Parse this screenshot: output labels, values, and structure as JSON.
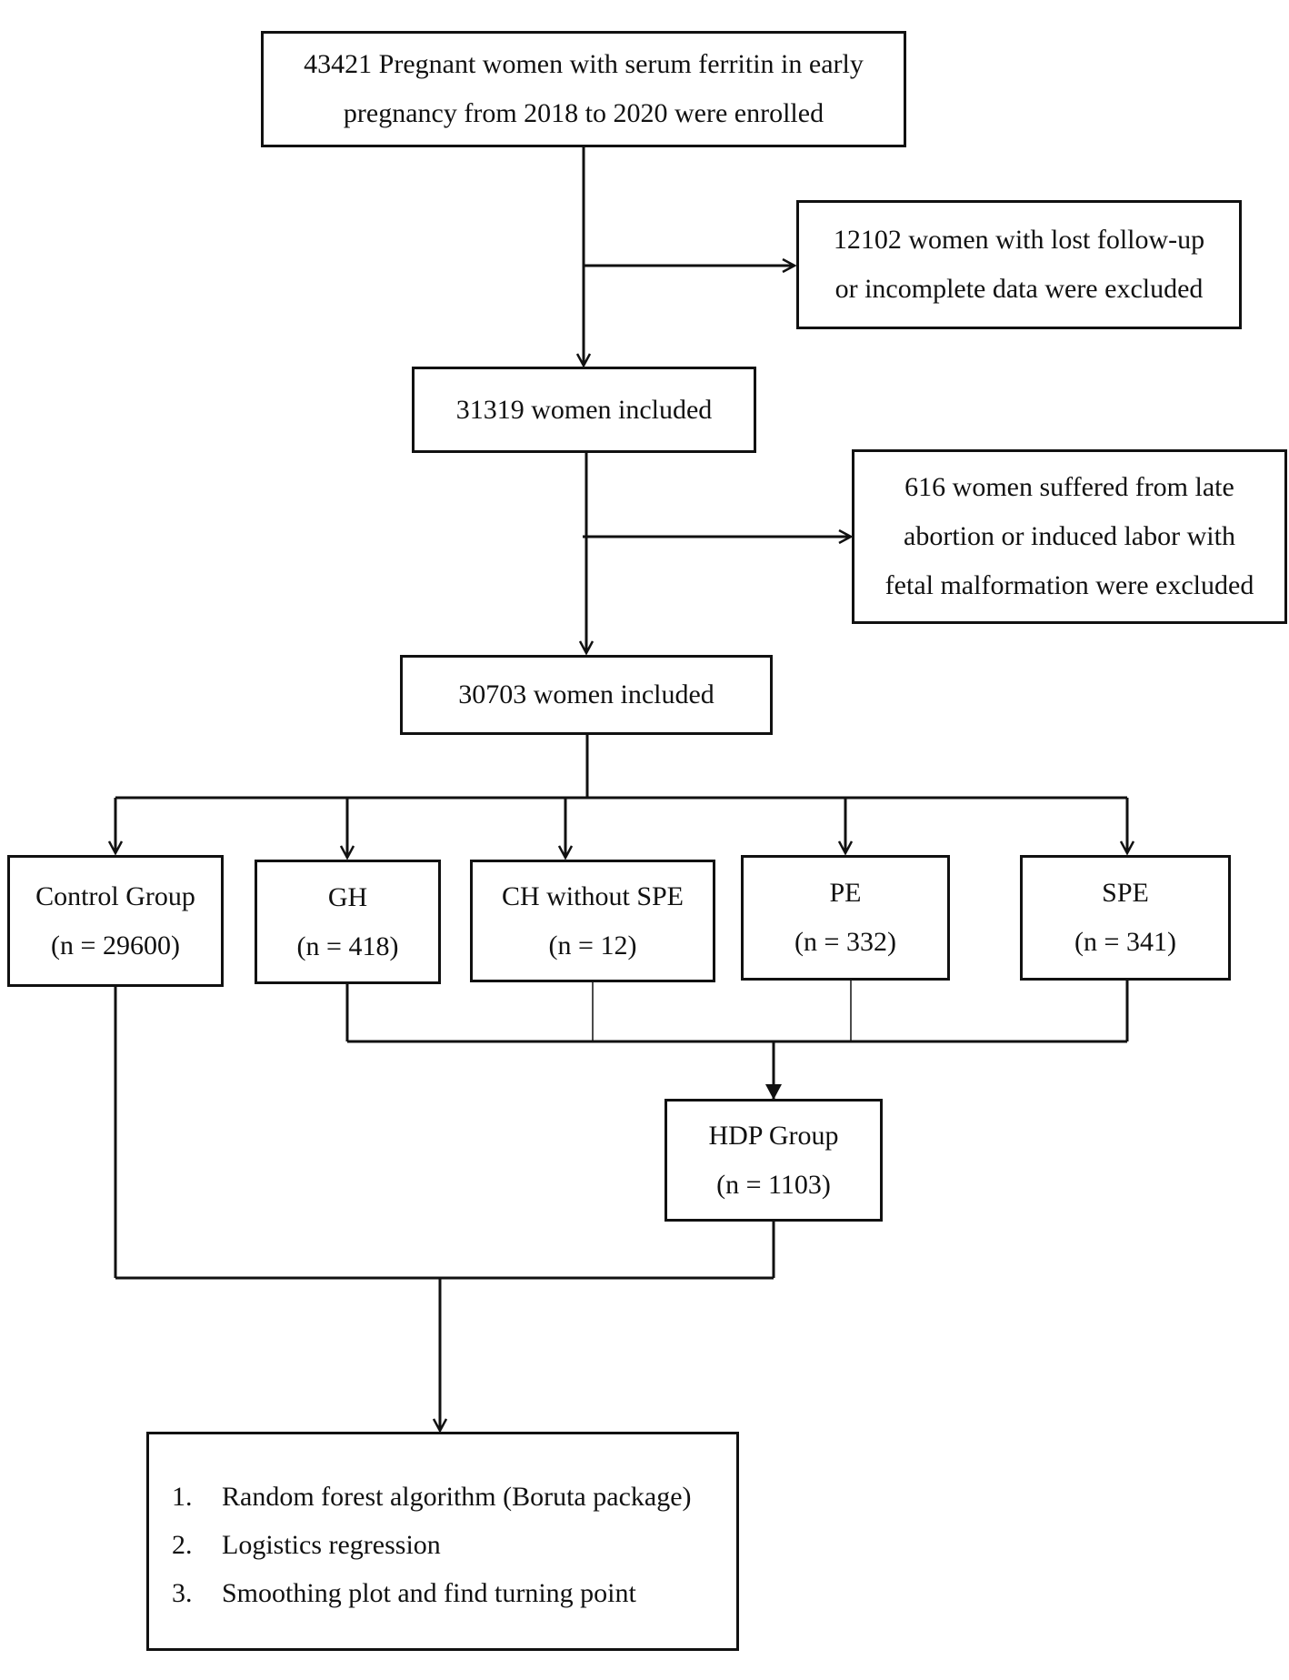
{
  "boxes": {
    "enrolled": {
      "lines": [
        "43421 Pregnant women with serum ferritin in early",
        "pregnancy from 2018 to 2020 were enrolled"
      ]
    },
    "excluded1": {
      "lines": [
        "12102 women with lost follow-up",
        "or incomplete data were excluded"
      ]
    },
    "included1": {
      "lines": [
        "31319 women included"
      ]
    },
    "excluded2": {
      "lines": [
        "616 women suffered from late",
        "abortion or induced labor with",
        "fetal malformation were excluded"
      ]
    },
    "included2": {
      "lines": [
        "30703 women included"
      ]
    },
    "control": {
      "lines": [
        "Control Group",
        "(n = 29600)"
      ]
    },
    "gh": {
      "lines": [
        "GH",
        "(n = 418)"
      ]
    },
    "ch": {
      "lines": [
        "CH without SPE",
        "(n = 12)"
      ]
    },
    "pe": {
      "lines": [
        "PE",
        "(n = 332)"
      ]
    },
    "spe": {
      "lines": [
        "SPE",
        "(n = 341)"
      ]
    },
    "hdp": {
      "lines": [
        "HDP Group",
        "(n = 1103)"
      ]
    }
  },
  "methods": {
    "items": [
      {
        "num": "1.",
        "text": "Random forest algorithm (Boruta package)"
      },
      {
        "num": "2.",
        "text": "Logistics regression"
      },
      {
        "num": "3.",
        "text": "Smoothing plot and find turning point"
      }
    ]
  }
}
